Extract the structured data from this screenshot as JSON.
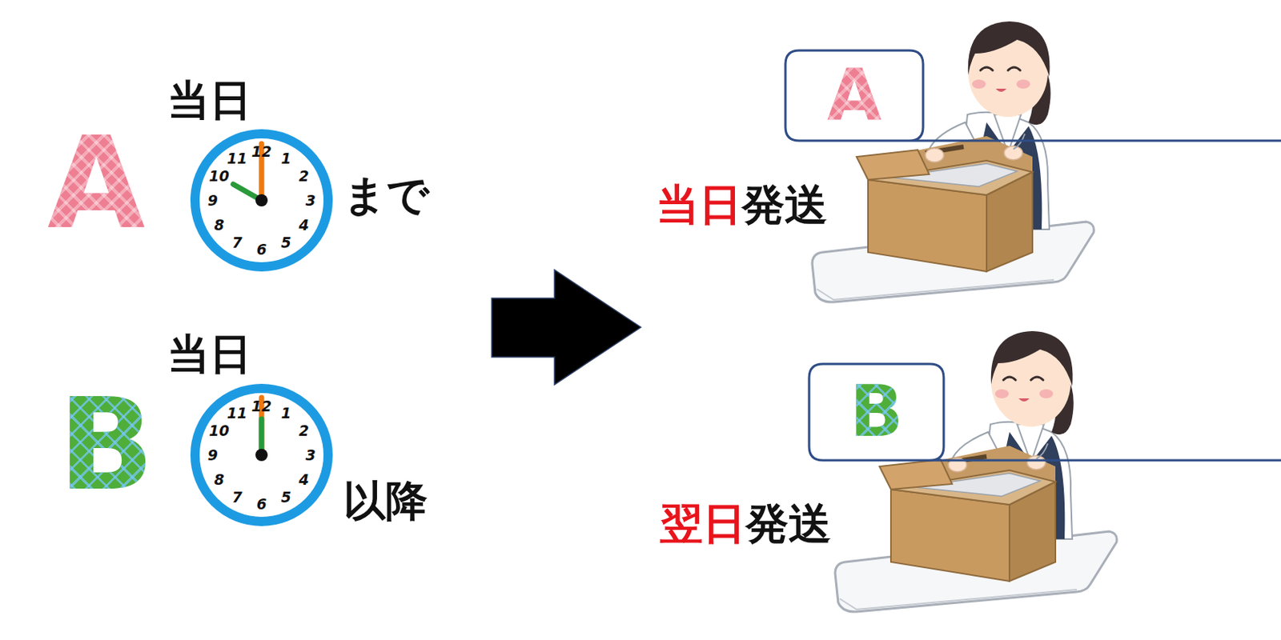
{
  "diagram": {
    "nodes": [
      {
        "text": [
          "A"
        ]
      },
      {
        "text": [
          "B"
        ]
      }
    ],
    "labels": [
      "A",
      "当日",
      "まで",
      "12",
      "1",
      "2",
      "3",
      "4",
      "5",
      "6",
      "7",
      "8",
      "9",
      "10",
      "11",
      "B",
      "当日",
      "以降",
      "12",
      "1",
      "2",
      "3",
      "4",
      "5",
      "6",
      "7",
      "8",
      "9",
      "10",
      "11",
      "当日",
      "発送",
      "翌日",
      "発送"
    ]
  }
}
